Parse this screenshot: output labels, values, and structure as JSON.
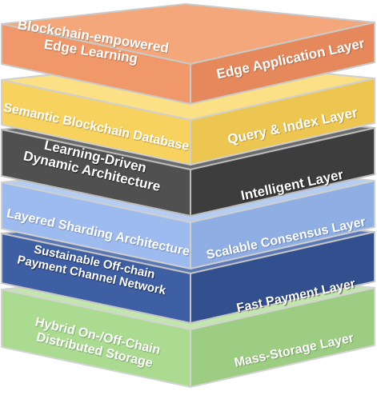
{
  "layers": [
    {
      "name": "Edge Application Layer",
      "description": "Blockchain-empowered Edge Learning",
      "colors": {
        "top": "#f4a77b",
        "front": "#f0986a",
        "side": "#e5895d",
        "edge": "#c9c9c9"
      }
    },
    {
      "name": "Query & Index Layer",
      "description": "Semantic Blockchain Database",
      "colors": {
        "top": "#fbe086",
        "front": "#f7d25f",
        "side": "#edc651",
        "edge": "#d0d0d0"
      }
    },
    {
      "name": "Intelligent Layer",
      "description": "Learning-Driven Dynamic Architecture",
      "colors": {
        "top": "#6b6b6b",
        "front": "#505050",
        "side": "#3d3d3d",
        "edge": "#bbbbbb"
      }
    },
    {
      "name": "Scalable Consensus Layer",
      "description": "Layered Sharding Architecture",
      "colors": {
        "top": "#b6cdf2",
        "front": "#9ebbef",
        "side": "#8eaee4",
        "edge": "#cfcfcf"
      }
    },
    {
      "name": "Fast Payment Layer",
      "description": "Sustainable Off-chain Payment Channel Network",
      "colors": {
        "top": "#5b78b6",
        "front": "#3f5fa4",
        "side": "#324f8e",
        "edge": "#c4c4c4"
      }
    },
    {
      "name": "Mass-Storage Layer",
      "description": "Hybrid On-/Off-Chain Distributed Storage",
      "colors": {
        "top": "#c2e6ae",
        "front": "#abdb91",
        "side": "#9ccd82",
        "edge": "#d3d3d3"
      }
    }
  ]
}
